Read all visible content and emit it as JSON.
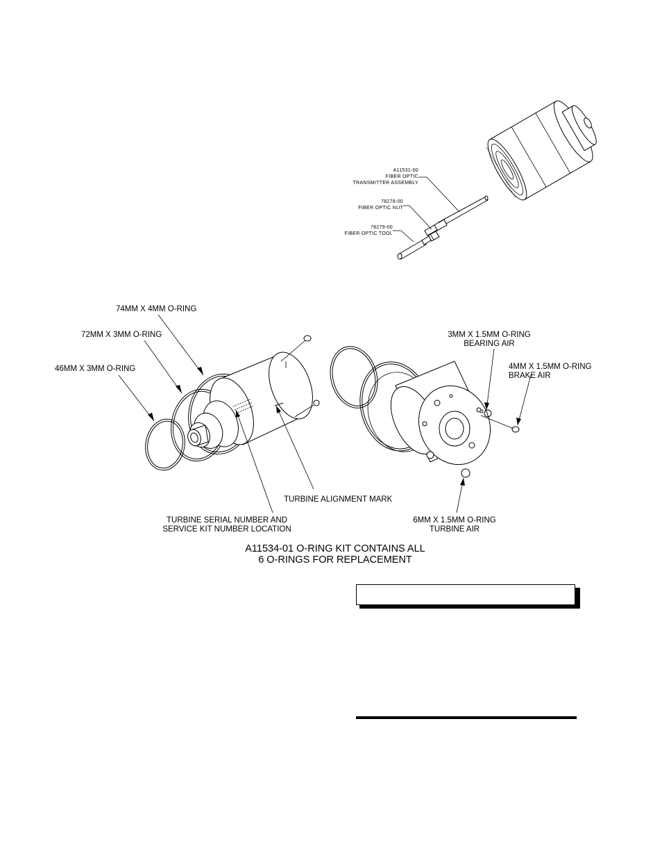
{
  "top_assembly": {
    "labels": {
      "transmitter": [
        "A11531-00",
        "FIBER OPTIC",
        "TRANSMITTER ASSEMBLY"
      ],
      "nut": [
        "78278-00",
        "FIBER OPTIC NUT"
      ],
      "tool": [
        "78279-00",
        "FIBER OPTIC TOOL"
      ]
    }
  },
  "exploded_view": {
    "labels": {
      "oring_74": "74MM X 4MM O-RING",
      "oring_72": "72MM X 3MM O-RING",
      "oring_46": "46MM X 3MM O-RING",
      "bearing_air": [
        "3MM X 1.5MM  O-RING",
        "BEARING AIR"
      ],
      "brake_air": [
        "4MM X 1.5MM  O-RING",
        "BRAKE AIR"
      ],
      "alignment_mark": "TURBINE ALIGNMENT MARK",
      "serial_number": [
        "TURBINE SERIAL NUMBER AND",
        "SERVICE KIT NUMBER LOCATION"
      ],
      "turbine_air": [
        "6MM X 1.5MM  O-RING",
        "TURBINE AIR"
      ]
    },
    "caption": [
      "A11534-01  O-RING KIT CONTAINS ALL",
      "6 O-RINGS FOR REPLACEMENT"
    ]
  },
  "note_box": {
    "text": ""
  }
}
